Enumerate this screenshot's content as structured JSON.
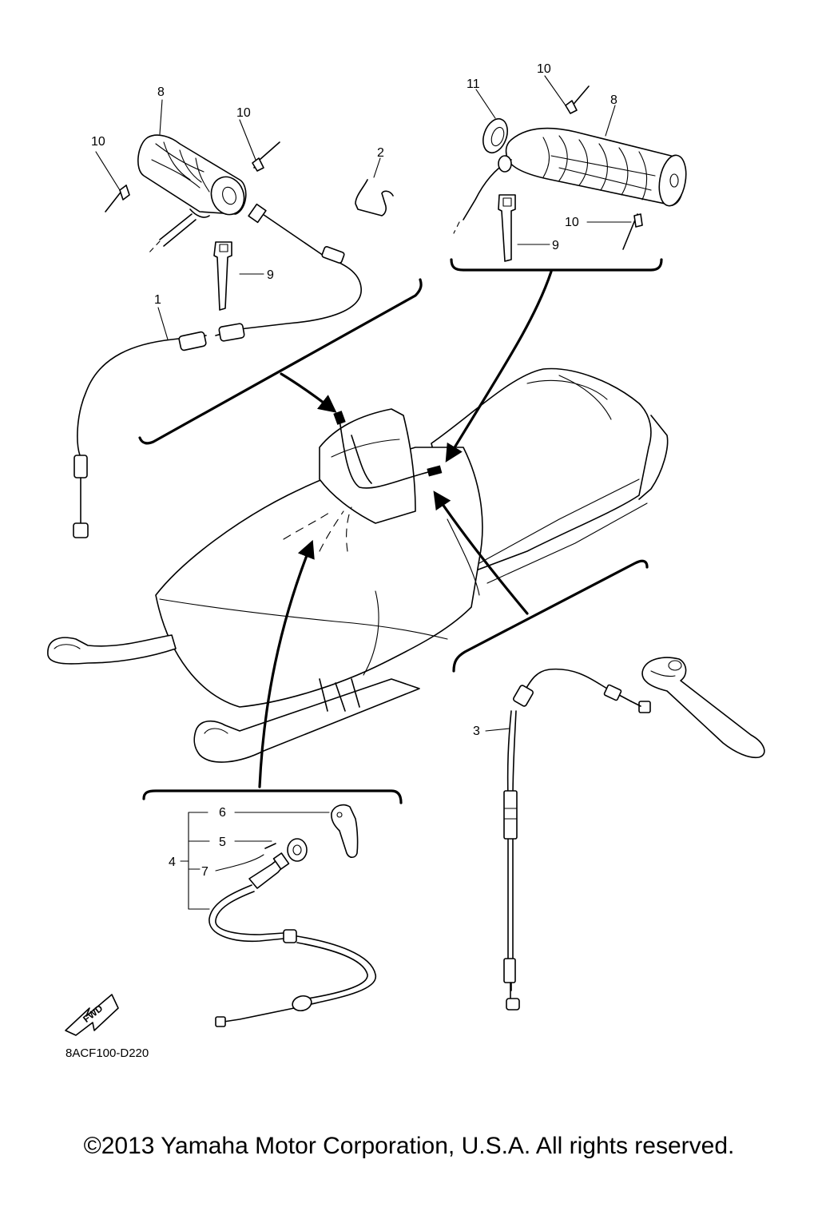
{
  "diagram": {
    "drawing_code": "8ACF100-D220",
    "fwd_label": "FWD",
    "callouts": {
      "c1": "1",
      "c2": "2",
      "c3": "3",
      "c4": "4",
      "c5": "5",
      "c6": "6",
      "c7": "7",
      "c8_left": "8",
      "c8_right": "8",
      "c9_left": "9",
      "c9_right": "9",
      "c10_left_a": "10",
      "c10_left_b": "10",
      "c10_right_top": "10",
      "c10_right_bottom": "10",
      "c11": "11"
    }
  },
  "footer": {
    "copyright": "©2013 Yamaha Motor Corporation, U.S.A. All rights reserved."
  }
}
